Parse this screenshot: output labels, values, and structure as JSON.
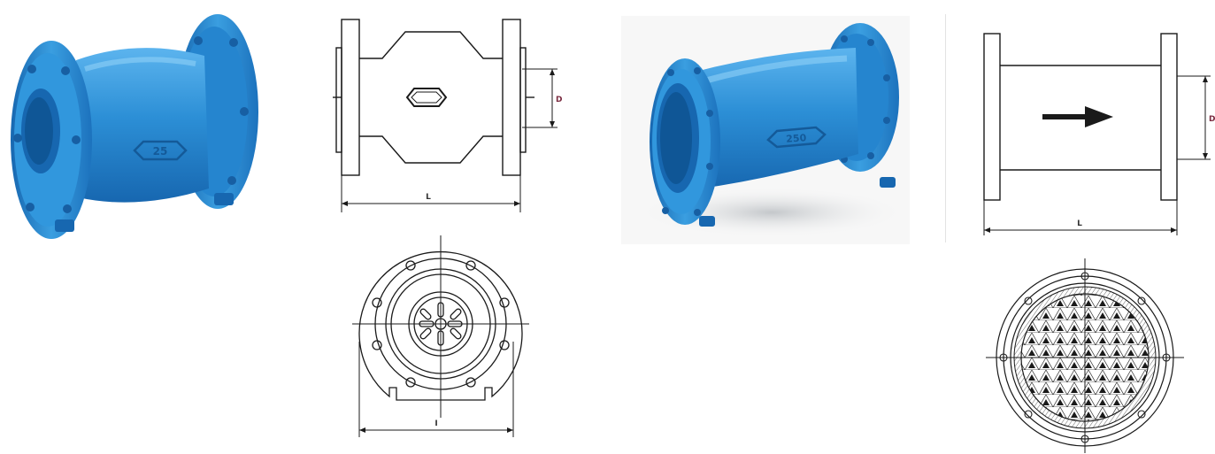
{
  "colors": {
    "valve_blue": "#2c8fd6",
    "valve_blue_dark": "#1767b0",
    "valve_blue_light": "#5cb4ee",
    "line": "#1a1a1a",
    "dim_d": "#7a2b40"
  },
  "product_1": {
    "casting_mark": "25",
    "drawing_side": {
      "dim_length": "L",
      "dim_diameter": "D"
    },
    "drawing_front": {
      "dim_width": "I"
    }
  },
  "product_2": {
    "casting_mark": "250",
    "drawing_side": {
      "dim_length": "L",
      "dim_diameter": "D"
    },
    "drawing_front": {}
  },
  "icons": {
    "flow_direction": "arrow-right-icon"
  }
}
